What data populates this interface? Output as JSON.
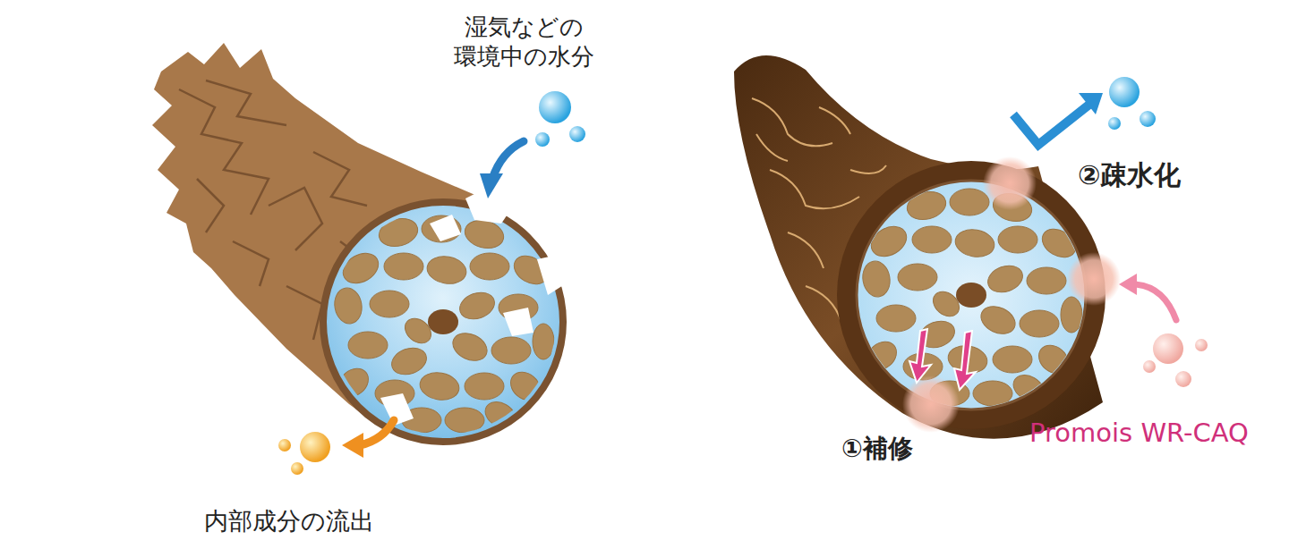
{
  "diagram": {
    "labels": [
      "湿気などの 環境中の水分",
      "内部成分の流出",
      "②疎水化",
      "①補修",
      "Promois WR-CAQ"
    ]
  }
}
